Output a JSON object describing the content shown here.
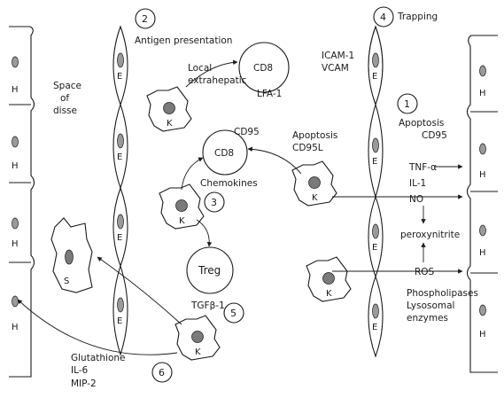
{
  "labels": {
    "space_of_disse": [
      "Space",
      "of",
      "disse"
    ],
    "antigen_presentation": "Antigen presentation",
    "trapping": "Trapping",
    "icam": "ICAM-1",
    "vcam": "VCAM",
    "local": "Local",
    "extrahepatic": "extrahepatic",
    "lfa": "LFA-1",
    "cd8_top": "CD8",
    "cd8_mid": "CD8",
    "cd95_left": "CD95",
    "apoptosis_mid": "Apoptosis",
    "cd95l": "CD95L",
    "chemokines": "Chemokines",
    "apoptosis_right": "Apoptosis",
    "cd95_right": "CD95",
    "tnf": "TNF-α",
    "il1": "IL-1",
    "no": "NO",
    "peroxynitrite": "peroxynitrite",
    "ros": "ROS",
    "phospholipases": "Phospholipases",
    "lysosomal": "Lysosomal",
    "enzymes": "enzymes",
    "treg": "Treg",
    "tgfb": "TGFβ-1",
    "glutathione": "Glutathione",
    "il6": "IL-6",
    "mip2": "MIP-2"
  },
  "numbers": [
    "1",
    "2",
    "3",
    "4",
    "5",
    "6"
  ],
  "cell_letters": {
    "hepatocyte": "H",
    "endothelial": "E",
    "kupffer": "K",
    "stellate": "S"
  }
}
